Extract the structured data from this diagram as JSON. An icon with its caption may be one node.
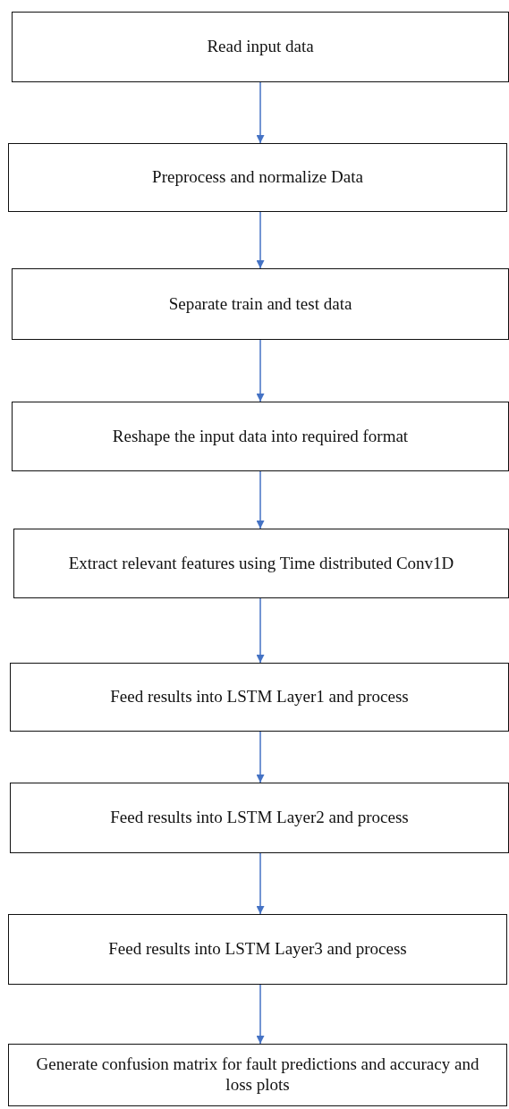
{
  "diagram": {
    "nodes": [
      {
        "text": [
          "Read input data"
        ]
      },
      {
        "text": [
          "Preprocess and normalize Data"
        ]
      },
      {
        "text": [
          "Separate train and test data"
        ]
      },
      {
        "text": [
          "Reshape the input data into required format"
        ]
      },
      {
        "text": [
          "Extract relevant features using Time distributed Conv1D"
        ]
      },
      {
        "text": [
          "Feed results into LSTM Layer1 and process"
        ]
      },
      {
        "text": [
          "Feed results into LSTM Layer2 and process"
        ]
      },
      {
        "text": [
          "Feed results into LSTM Layer3 and process"
        ]
      },
      {
        "text": [
          "Generate confusion matrix for fault predictions and accuracy and loss plots"
        ]
      }
    ],
    "edges": [
      {
        "from": 0,
        "to": 1,
        "arrow": "to"
      },
      {
        "from": 1,
        "to": 2,
        "arrow": "to"
      },
      {
        "from": 2,
        "to": 3,
        "arrow": "to"
      },
      {
        "from": 3,
        "to": 4,
        "arrow": "to"
      },
      {
        "from": 4,
        "to": 5,
        "arrow": "to"
      },
      {
        "from": 5,
        "to": 6,
        "arrow": "to"
      },
      {
        "from": 6,
        "to": 7,
        "arrow": "to"
      },
      {
        "from": 7,
        "to": 8,
        "arrow": "to"
      }
    ]
  }
}
